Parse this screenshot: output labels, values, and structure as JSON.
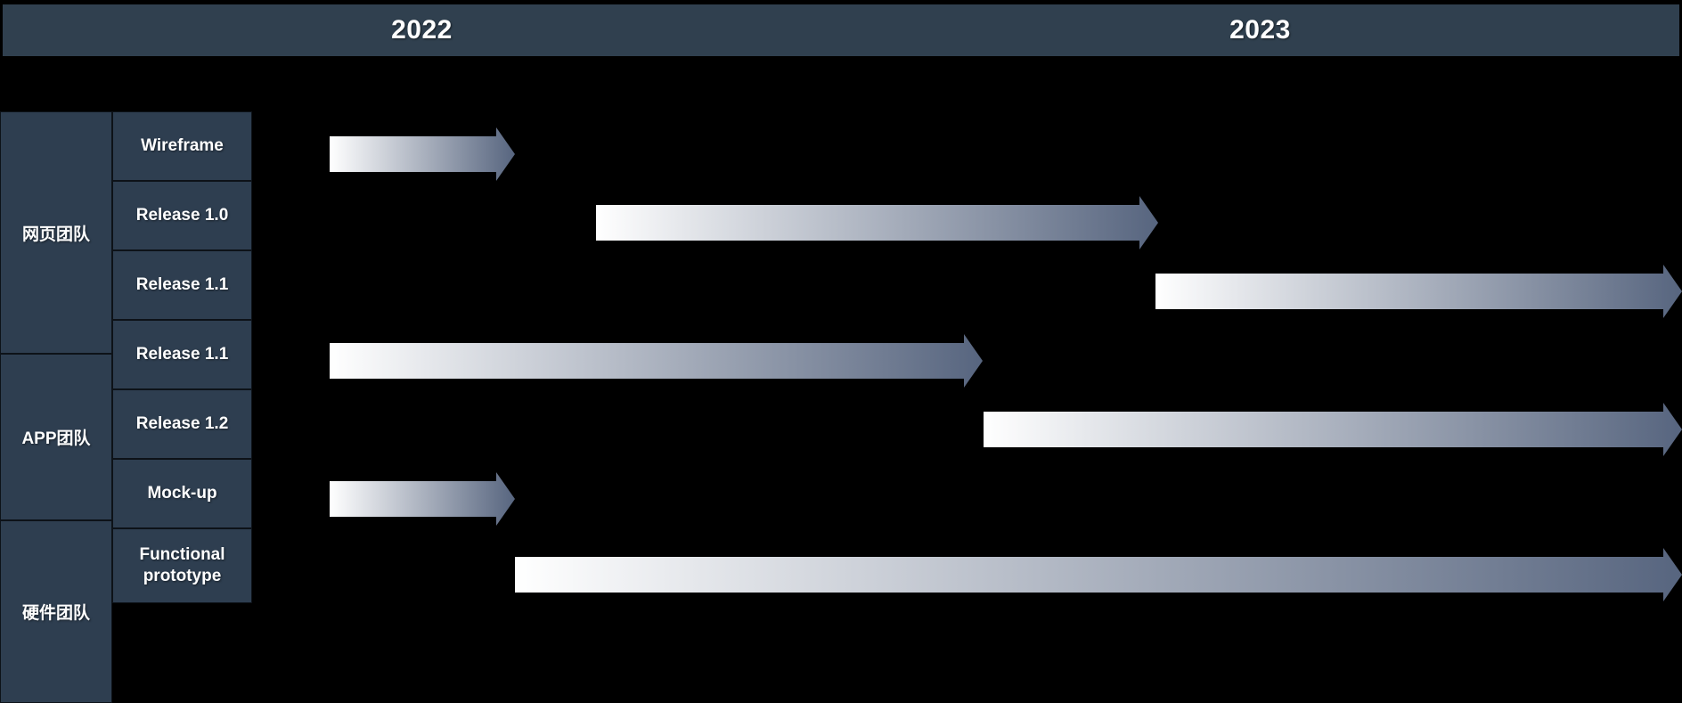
{
  "header": {
    "periods": [
      "2022",
      "2023"
    ]
  },
  "colors": {
    "header_bg": "#30404f",
    "cell_bg": "#2e3e50",
    "cell_border": "#0d1218",
    "page_bg": "#000000",
    "bar_start": "#ffffff",
    "bar_end": "#57657f",
    "text": "#ffffff"
  },
  "groups": [
    {
      "label": "网页团队",
      "rows": 3
    },
    {
      "label": "APP团队",
      "rows": 2
    },
    {
      "label": "硬件团队",
      "rows": 2
    }
  ],
  "rows": [
    {
      "group": "网页团队",
      "task": "Wireframe",
      "start": 0.0,
      "end": 0.135
    },
    {
      "group": "网页团队",
      "task": "Release 1.0",
      "start": 0.187,
      "end": 0.58
    },
    {
      "group": "网页团队",
      "task": "Release 1.1",
      "start": 0.579,
      "end": 0.999
    },
    {
      "group": "APP团队",
      "task": "Release 1.1",
      "start": 0.0,
      "end": 0.483
    },
    {
      "group": "APP团队",
      "task": "Release 1.2",
      "start": 0.483,
      "end": 0.999
    },
    {
      "group": "硬件团队",
      "task": "Mock-up",
      "start": 0.0,
      "end": 0.135
    },
    {
      "group": "硬件团队",
      "task": "Functional prototype",
      "start": 0.135,
      "end": 0.999
    }
  ],
  "chart_data": {
    "type": "bar",
    "title": "",
    "subtitle": "",
    "xlabel": "",
    "ylabel": "",
    "axis_categories": [
      "2022",
      "2023"
    ],
    "legend": [],
    "grid": false,
    "categories": [
      "Wireframe",
      "Release 1.0",
      "Release 1.1",
      "Release 1.1",
      "Release 1.2",
      "Mock-up",
      "Functional prototype"
    ],
    "series": [
      {
        "name": "Timeline span (fraction of 2022-2023 axis)",
        "values": [
          {
            "task": "Wireframe",
            "group": "网页团队",
            "start": 0.0,
            "end": 0.135
          },
          {
            "task": "Release 1.0",
            "group": "网页团队",
            "start": 0.187,
            "end": 0.58
          },
          {
            "task": "Release 1.1",
            "group": "网页团队",
            "start": 0.579,
            "end": 1.0
          },
          {
            "task": "Release 1.1",
            "group": "APP团队",
            "start": 0.0,
            "end": 0.483
          },
          {
            "task": "Release 1.2",
            "group": "APP团队",
            "start": 0.483,
            "end": 1.0
          },
          {
            "task": "Mock-up",
            "group": "硬件团队",
            "start": 0.0,
            "end": 0.135
          },
          {
            "task": "Functional prototype",
            "group": "硬件团队",
            "start": 0.135,
            "end": 1.0
          }
        ]
      }
    ],
    "xlim": [
      0,
      1
    ],
    "x_tick_labels": [
      "2022",
      "2023"
    ]
  }
}
